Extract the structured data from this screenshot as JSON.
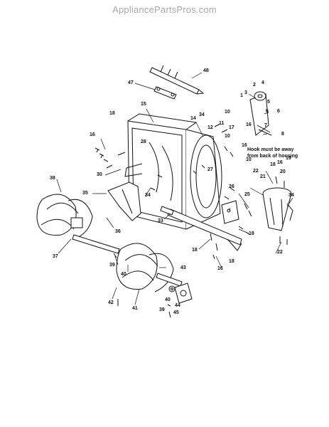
{
  "watermark": "AppliancePartsPros.com",
  "note": [
    "Hook must be away",
    "from back of housing"
  ],
  "labels": {
    "l1": "1",
    "l2": "2",
    "l3": "3",
    "l4": "4",
    "l5": "5",
    "l6a": "6",
    "l6b": "6",
    "l7": "7",
    "l8": "8",
    "l10a": "10",
    "l10b": "10",
    "l10c": "10",
    "l11": "11",
    "l12": "12",
    "l14": "14",
    "l15": "15",
    "l16a": "16",
    "l16b": "16",
    "l16c": "16",
    "l16d": "16",
    "l16e": "16",
    "l17": "17",
    "l18a": "18",
    "l18b": "18",
    "l18c": "18",
    "l18d": "18",
    "l18e": "18",
    "l19": "19",
    "l20": "20",
    "l21": "21",
    "l22a": "22",
    "l22b": "22",
    "l25": "25",
    "l26": "26",
    "l27": "27",
    "l28": "28",
    "l30": "30",
    "l33": "33",
    "l34a": "34",
    "l34b": "34",
    "l34c": "34",
    "l35": "35",
    "l36": "36",
    "l37": "37",
    "l38": "38",
    "l39a": "39",
    "l39b": "39",
    "l40a": "40",
    "l40b": "40",
    "l41": "41",
    "l42": "42",
    "l43": "43",
    "l44": "44",
    "l45": "45",
    "l47": "47",
    "l48": "48"
  }
}
